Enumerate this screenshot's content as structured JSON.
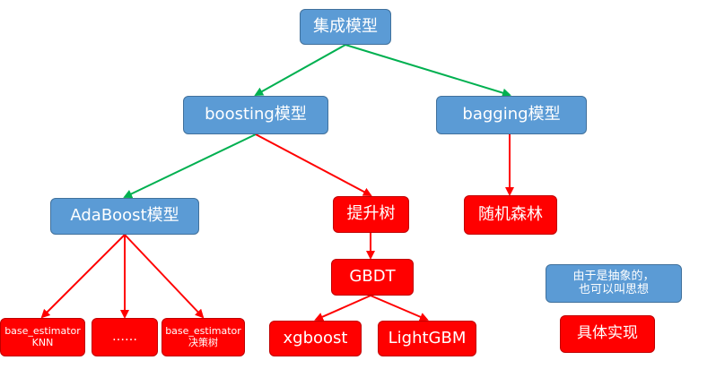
{
  "nodes": {
    "root": "集成模型",
    "boosting": "boosting模型",
    "bagging": "bagging模型",
    "adaboost": "AdaBoost模型",
    "boost_tree": "提升树",
    "random_forest": "随机森林",
    "gbdt": "GBDT",
    "knn_line1": "base_estimator",
    "knn_line2": "KNN",
    "ellipsis": "……",
    "tree_line1": "base_estimator",
    "tree_line2": "决策树",
    "xgboost": "xgboost",
    "lightgbm": "LightGBM"
  },
  "legend": {
    "note_line1": "由于是抽象的，",
    "note_line2": "也可以叫思想",
    "impl": "具体实现"
  },
  "colors": {
    "abstract_fill": "#5b9bd5",
    "concrete_fill": "#ff0000",
    "green_edge": "#00b050",
    "red_edge": "#ff0000"
  }
}
